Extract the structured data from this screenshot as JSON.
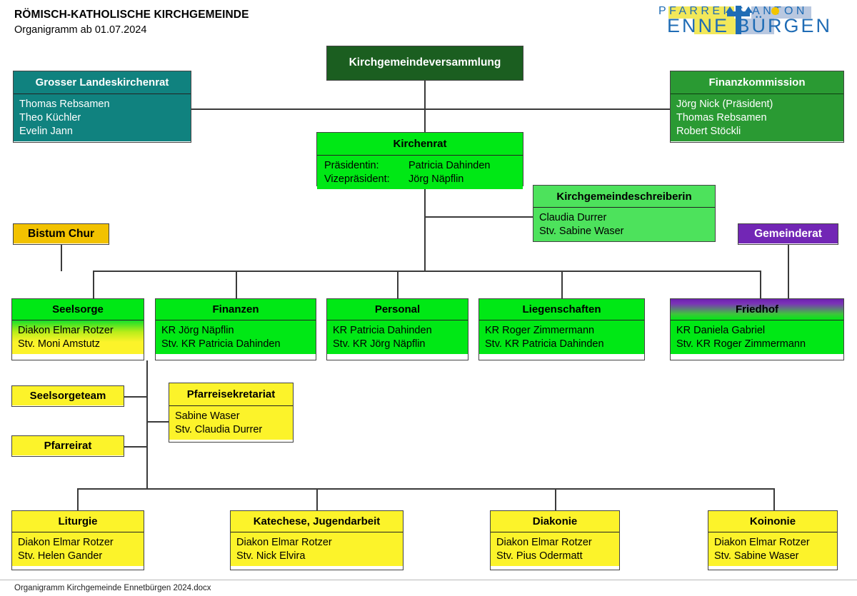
{
  "header": {
    "title": "RÖMISCH-KATHOLISCHE KIRCHGEMEINDE",
    "subtitle": "Organigramm ab 01.07.2024"
  },
  "logo": {
    "line1": "PFARREI S    ANTON",
    "line2": "ENNE BÜRGEN",
    "colors": {
      "text": "#1f6cb5",
      "sun": "#f2c500",
      "band_yellow": "#f2e85a",
      "band_blue": "#b9c8e0"
    }
  },
  "colors": {
    "teal": "#10827f",
    "dark_green": "#1b5e20",
    "mid_green": "#2a9a33",
    "bright_green": "#00e815",
    "light_green": "#4de25c",
    "yellow": "#fcf32a",
    "gold": "#f2c200",
    "purple": "#7226b5",
    "line": "#3a3a3a"
  },
  "nodes": {
    "kirchgemeindeversammlung": {
      "title": "Kirchgemeindeversammlung",
      "body": []
    },
    "grosser_landeskirchenrat": {
      "title": "Grosser Landeskirchenrat",
      "body": [
        "Thomas Rebsamen",
        "Theo Küchler",
        "Evelin Jann"
      ]
    },
    "finanzkommission": {
      "title": "Finanzkommission",
      "body": [
        "Jörg Nick (Präsident)",
        "Thomas Rebsamen",
        "Robert Stöckli"
      ]
    },
    "kirchenrat": {
      "title": "Kirchenrat",
      "rows": [
        {
          "role": "Präsidentin:",
          "name": "Patricia Dahinden"
        },
        {
          "role": "Vizepräsident:",
          "name": "Jörg Näpflin"
        }
      ]
    },
    "kirchgemeindeschreiberin": {
      "title": "Kirchgemeindeschreiberin",
      "body": [
        "Claudia Durrer",
        "Stv. Sabine Waser"
      ]
    },
    "bistum_chur": {
      "title": "Bistum Chur",
      "body": []
    },
    "gemeinderat": {
      "title": "Gemeinderat",
      "body": []
    },
    "seelsorge": {
      "title": "Seelsorge",
      "body": [
        "Diakon Elmar Rotzer",
        "Stv. Moni Amstutz"
      ]
    },
    "finanzen": {
      "title": "Finanzen",
      "body": [
        "KR Jörg Näpflin",
        "Stv. KR Patricia Dahinden"
      ]
    },
    "personal": {
      "title": "Personal",
      "body": [
        "KR Patricia Dahinden",
        "Stv. KR Jörg Näpflin"
      ]
    },
    "liegenschaften": {
      "title": "Liegenschaften",
      "body": [
        "KR Roger Zimmermann",
        "Stv. KR Patricia Dahinden"
      ]
    },
    "friedhof": {
      "title": "Friedhof",
      "body": [
        "KR Daniela Gabriel",
        "Stv. KR Roger Zimmermann"
      ]
    },
    "seelsorgeteam": {
      "title": "Seelsorgeteam",
      "body": []
    },
    "pfarreirat": {
      "title": "Pfarreirat",
      "body": []
    },
    "pfarreisekretariat": {
      "title": "Pfarreisekretariat",
      "body": [
        "Sabine Waser",
        "Stv. Claudia Durrer"
      ]
    },
    "liturgie": {
      "title": "Liturgie",
      "body": [
        "Diakon Elmar Rotzer",
        "Stv. Helen Gander"
      ]
    },
    "katechese": {
      "title": "Katechese, Jugendarbeit",
      "body": [
        "Diakon Elmar Rotzer",
        "Stv. Nick Elvira"
      ]
    },
    "diakonie": {
      "title": "Diakonie",
      "body": [
        "Diakon Elmar Rotzer",
        "Stv. Pius Odermatt"
      ]
    },
    "koinonie": {
      "title": "Koinonie",
      "body": [
        "Diakon Elmar Rotzer",
        "Stv. Sabine Waser"
      ]
    }
  },
  "footer": {
    "filename": "Organigramm Kirchgemeinde Ennetbürgen 2024.docx"
  }
}
